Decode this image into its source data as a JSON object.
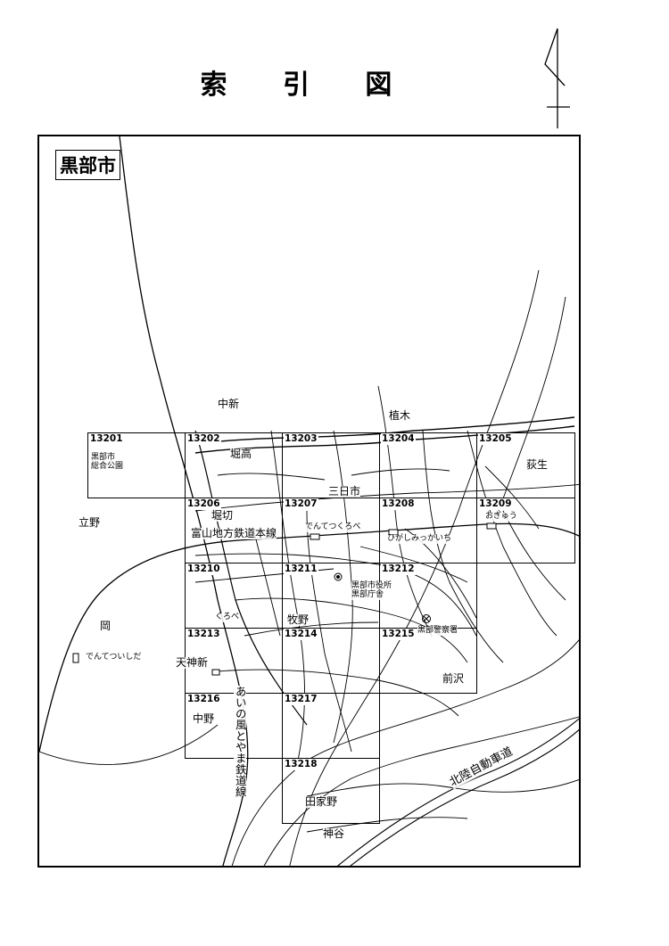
{
  "page": {
    "title": "索 引 図"
  },
  "north_arrow": {
    "icon": "north-arrow-icon"
  },
  "city": {
    "name": "黒部市"
  },
  "grid_cells": [
    {
      "code": "13201"
    },
    {
      "code": "13202"
    },
    {
      "code": "13203"
    },
    {
      "code": "13204"
    },
    {
      "code": "13205"
    },
    {
      "code": "13206"
    },
    {
      "code": "13207"
    },
    {
      "code": "13208"
    },
    {
      "code": "13209"
    },
    {
      "code": "13210"
    },
    {
      "code": "13211"
    },
    {
      "code": "13212"
    },
    {
      "code": "13213"
    },
    {
      "code": "13214"
    },
    {
      "code": "13215"
    },
    {
      "code": "13216"
    },
    {
      "code": "13217"
    },
    {
      "code": "13218"
    }
  ],
  "labels": {
    "nakashin": "中新",
    "ueki": "植木",
    "horitaka": "堀高",
    "ogyu": "荻生",
    "sogo_koen": "黒部市\n総合公園",
    "mikkaichi": "三日市",
    "tateno": "立野",
    "horikiri": "堀切",
    "toyama_line": "富山地方鉄道本線",
    "st_dentetsu_kurobe": "でんてつくろべ",
    "st_higashi_mikkaichi": "ひがしみっかいち",
    "st_ogyu": "おぎゅう",
    "city_hall": "黒部市役所\n黒部庁舎",
    "police": "黒部警察署",
    "kurobe_st": "くろべ",
    "makino": "牧野",
    "oka": "岡",
    "st_dentetsu_ishida": "でんてついしだ",
    "tenjinshin": "天神新",
    "maezawa": "前沢",
    "ainokaze_line": "あいの風とやま鉄道線",
    "nakano": "中野",
    "expressway": "北陸自動車道",
    "taieno": "田家野",
    "jinnya": "神谷"
  }
}
